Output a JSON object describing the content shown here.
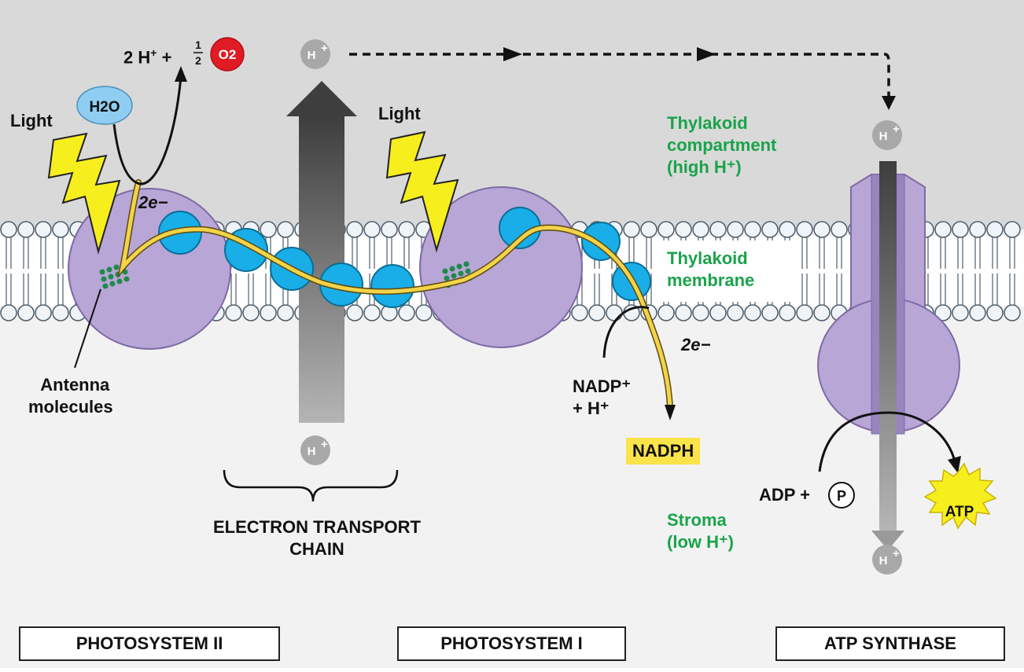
{
  "labels": {
    "light_left": "Light",
    "light_right": "Light",
    "water": "H2O",
    "two_e_top": "2e−",
    "two_e_bottom": "2e−",
    "products_prefix": "2 H",
    "products_plus": "+",
    "products_join": "+",
    "half_num": "1",
    "half_den": "2",
    "oxygen": "O2",
    "h_ion": "H",
    "antenna_line1": "Antenna",
    "antenna_line2": "molecules",
    "etc_line1": "ELECTRON TRANSPORT",
    "etc_line2": "CHAIN",
    "nadp_line1": "NADP⁺",
    "nadp_line2": "+ H⁺",
    "nadph": "NADPH",
    "adp": "ADP +",
    "phosphate": "P",
    "atp": "ATP",
    "thylakoid_compartment_1": "Thylakoid",
    "thylakoid_compartment_2": "compartment",
    "thylakoid_compartment_3": "(high H⁺)",
    "thylakoid_membrane_1": "Thylakoid",
    "thylakoid_membrane_2": "membrane",
    "stroma_1": "Stroma",
    "stroma_2": "(low H⁺)"
  },
  "boxes": {
    "photosystem_ii": "PHOTOSYSTEM II",
    "photosystem_i": "PHOTOSYSTEM I",
    "atp_synthase": "ATP SYNTHASE"
  },
  "colors": {
    "compartment_bg": "#d9d9d9",
    "stroma_bg": "#f2f2f2",
    "complex": "#b7a6d6",
    "carrier": "#19aee8",
    "electron_path": "#f3d34a",
    "lightning": "#f7ee1e",
    "label_green": "#1aa34a",
    "oxygen": "#e01b24",
    "water": "#8fcdf2"
  }
}
